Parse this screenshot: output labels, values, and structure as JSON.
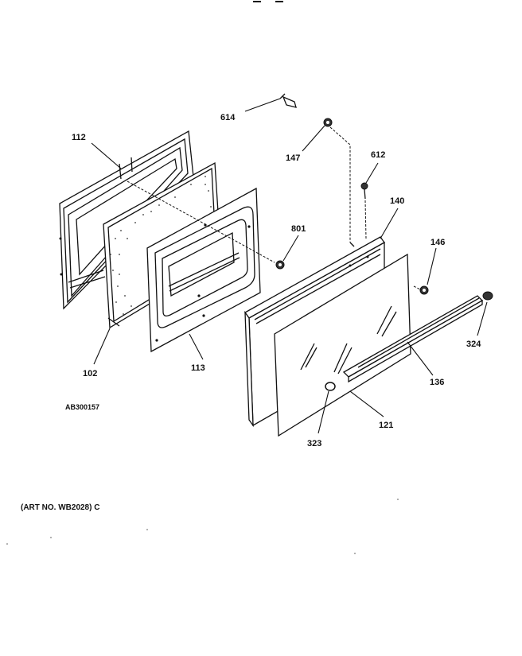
{
  "diagram": {
    "drawing_code": "AB300157",
    "art_number": "(ART NO. WB2028) C",
    "parts": {
      "p614": "614",
      "p147": "147",
      "p612": "612",
      "p112": "112",
      "p140": "140",
      "p801": "801",
      "p146": "146",
      "p102": "102",
      "p113": "113",
      "p324": "324",
      "p136": "136",
      "p121": "121",
      "p323": "323"
    }
  }
}
